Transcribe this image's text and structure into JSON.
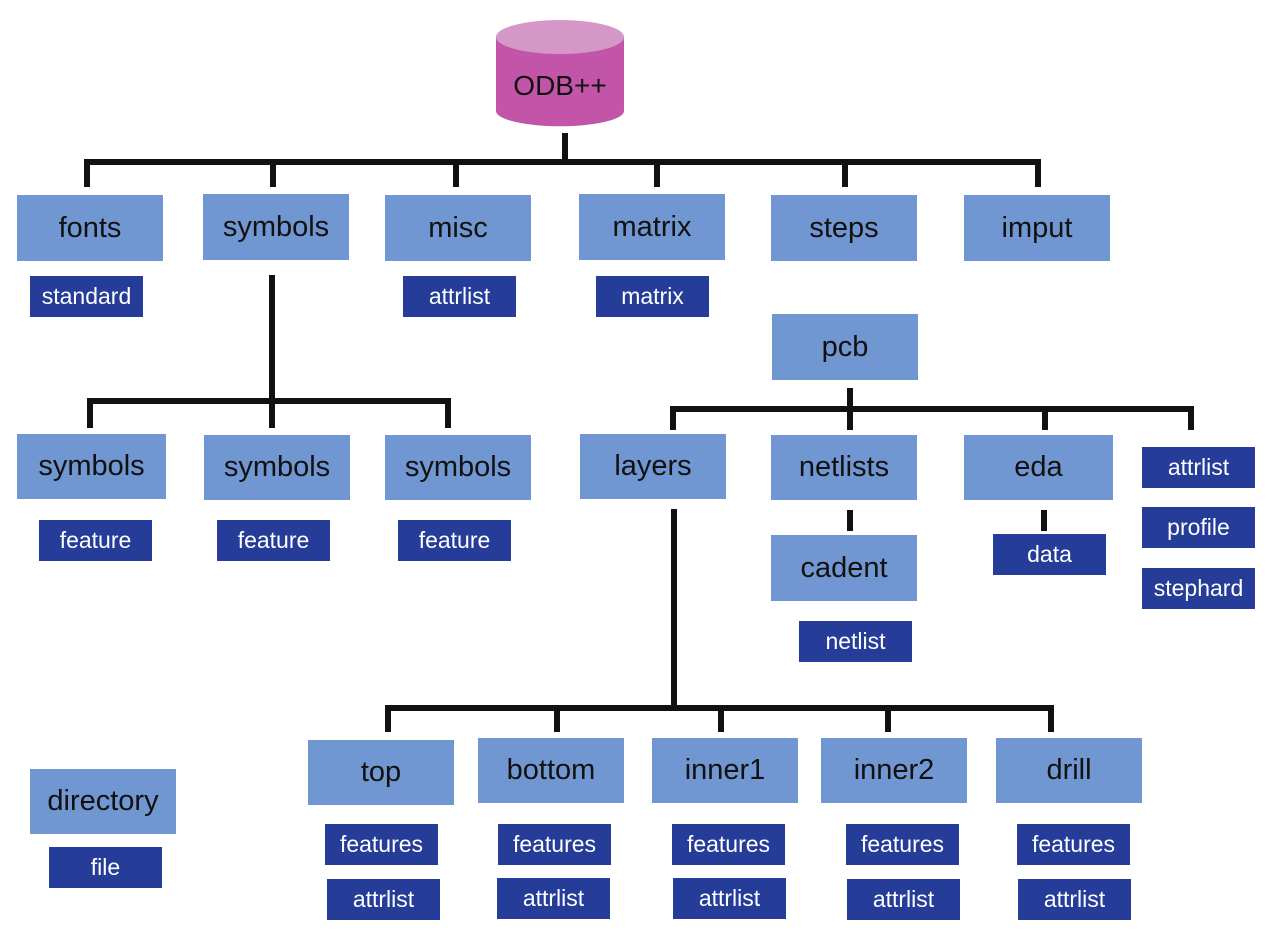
{
  "colors": {
    "directory_fill": "#7097d2",
    "file_fill": "#253d99",
    "root_fill": "#c355a9",
    "root_top": "#d597c8",
    "connector": "#111111"
  },
  "root": {
    "label": "ODB++",
    "shape": "database-cylinder"
  },
  "top_level": {
    "fonts": "fonts",
    "symbols": "symbols",
    "misc": "misc",
    "matrix": "matrix",
    "steps": "steps",
    "imput": "imput"
  },
  "top_files": {
    "fonts_standard": "standard",
    "misc_attrlist": "attrlist",
    "matrix_matrix": "matrix"
  },
  "symbols_children": [
    {
      "label": "symbols",
      "file": "feature"
    },
    {
      "label": "symbols",
      "file": "feature"
    },
    {
      "label": "symbols",
      "file": "feature"
    }
  ],
  "pcb": {
    "label": "pcb",
    "layers": "layers",
    "netlists": "netlists",
    "cadent": "cadent",
    "netlist_file": "netlist",
    "eda": "eda",
    "eda_data": "data",
    "files": [
      "attrlist",
      "profile",
      "stephard"
    ]
  },
  "layers_children": [
    {
      "label": "top",
      "files": [
        "features",
        "attrlist"
      ]
    },
    {
      "label": "bottom",
      "files": [
        "features",
        "attrlist"
      ]
    },
    {
      "label": "inner1",
      "files": [
        "features",
        "attrlist"
      ]
    },
    {
      "label": "inner2",
      "files": [
        "features",
        "attrlist"
      ]
    },
    {
      "label": "drill",
      "files": [
        "features",
        "attrlist"
      ]
    }
  ],
  "legend": {
    "directory": "directory",
    "file": "file"
  }
}
